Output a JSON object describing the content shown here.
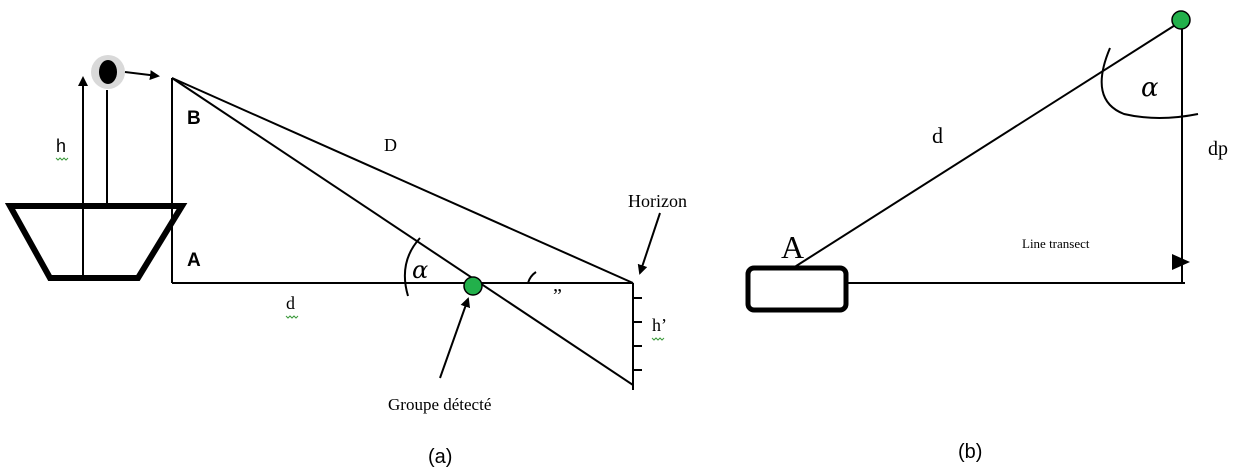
{
  "figure_a": {
    "caption": "(a)",
    "label_h": "h",
    "label_B": "B",
    "label_A": "A",
    "label_D": "D",
    "label_d": "d",
    "label_alpha": "α",
    "label_double_prime": "”",
    "label_horizon": "Horizon",
    "label_h_prime": "h’",
    "label_group": "Groupe détecté"
  },
  "figure_b": {
    "caption": "(b)",
    "label_A": "A",
    "label_d": "d",
    "label_alpha": "α",
    "label_dp": "dp",
    "label_line_transect": "Line transect"
  },
  "colors": {
    "line": "#000000",
    "detected_group": "#22b04b",
    "eye_halo": "#d9d9d9",
    "spellcheck_underline": "#3c9a3c"
  }
}
